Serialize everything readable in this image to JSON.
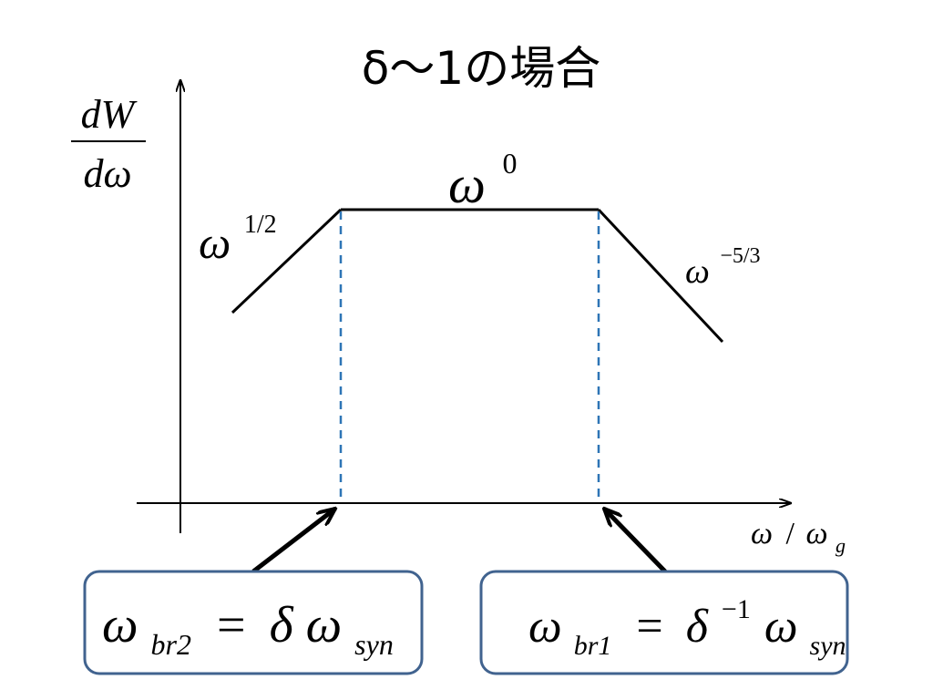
{
  "title": "δ～1の場合",
  "y_axis": {
    "numerator": "dW",
    "denominator": "dω"
  },
  "x_axis": {
    "label_main": "ω",
    "label_slash": "/",
    "label_omega": "ω",
    "label_sub": "g"
  },
  "segments": {
    "low": {
      "base": "ω",
      "exponent": "1/2"
    },
    "mid": {
      "base": "ω",
      "exponent": "0"
    },
    "high": {
      "base": "ω",
      "exponent": "−5/3"
    }
  },
  "callouts": {
    "left": {
      "omega": "ω",
      "subscript": "br2",
      "equals": "=",
      "delta": "δ",
      "delta_exponent": "",
      "omega2": "ω",
      "subscript2": "syn"
    },
    "right": {
      "omega": "ω",
      "subscript": "br1",
      "equals": "=",
      "delta": "δ",
      "delta_exponent": "−1",
      "omega2": "ω",
      "subscript2": "syn"
    }
  },
  "colors": {
    "line": "#000000",
    "dashed": "#2e75b6",
    "box_border": "#41638f",
    "text": "#000000"
  }
}
